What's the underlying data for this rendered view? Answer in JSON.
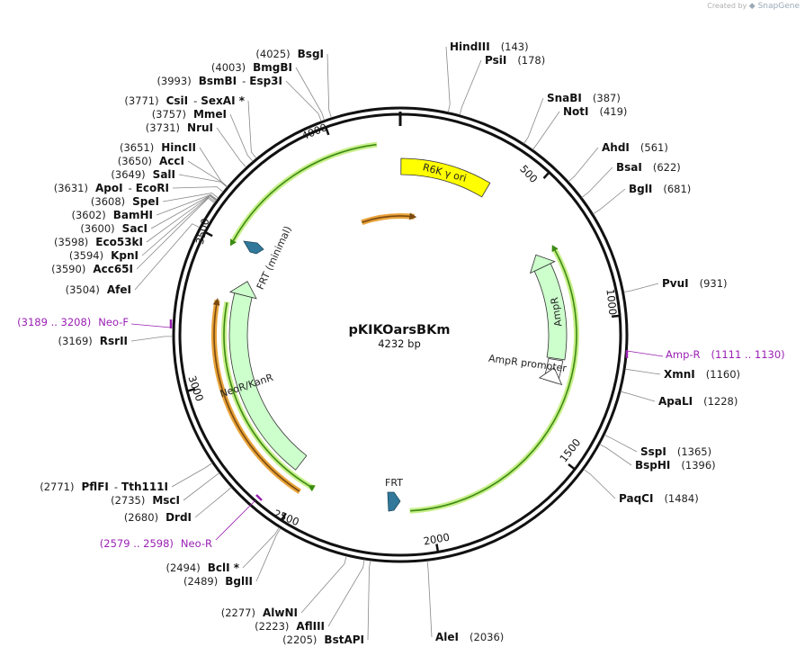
{
  "credit": {
    "prefix": "Created by",
    "brand": "SnapGene"
  },
  "plasmid": {
    "name": "pKIKOarsBKm",
    "size_label": "4232 bp",
    "length": 4232
  },
  "ticks": [
    "500",
    "1000",
    "1500",
    "2000",
    "2500",
    "3000",
    "3500",
    "4000"
  ],
  "enzymes": [
    {
      "name": "HindIII",
      "pos": "(143)"
    },
    {
      "name": "PsiI",
      "pos": "(178)"
    },
    {
      "name": "SnaBI",
      "pos": "(387)"
    },
    {
      "name": "NotI",
      "pos": "(419)"
    },
    {
      "name": "AhdI",
      "pos": "(561)"
    },
    {
      "name": "BsaI",
      "pos": "(622)"
    },
    {
      "name": "BglI",
      "pos": "(681)"
    },
    {
      "name": "PvuI",
      "pos": "(931)"
    },
    {
      "name": "XmnI",
      "pos": "(1160)"
    },
    {
      "name": "ApaLI",
      "pos": "(1228)"
    },
    {
      "name": "SspI",
      "pos": "(1365)"
    },
    {
      "name": "BspHI",
      "pos": "(1396)"
    },
    {
      "name": "PaqCI",
      "pos": "(1484)"
    },
    {
      "name": "AleI",
      "pos": "(2036)"
    },
    {
      "name": "BstAPI",
      "pos": "(2205)"
    },
    {
      "name": "AflIII",
      "pos": "(2223)"
    },
    {
      "name": "AlwNI",
      "pos": "(2277)"
    },
    {
      "name": "BglII",
      "pos": "(2489)"
    },
    {
      "name": "BclI *",
      "pos": "(2494)"
    },
    {
      "name": "DrdI",
      "pos": "(2680)"
    },
    {
      "name": "MscI",
      "pos": "(2735)"
    },
    {
      "name": "PflFI",
      "name2": "Tth111I",
      "pos": "(2771)"
    },
    {
      "name": "RsrII",
      "pos": "(3169)"
    },
    {
      "name": "AfeI",
      "pos": "(3504)"
    },
    {
      "name": "Acc65I",
      "pos": "(3590)"
    },
    {
      "name": "KpnI",
      "pos": "(3594)"
    },
    {
      "name": "Eco53kI",
      "pos": "(3598)"
    },
    {
      "name": "SacI",
      "pos": "(3600)"
    },
    {
      "name": "BamHI",
      "pos": "(3602)"
    },
    {
      "name": "SpeI",
      "pos": "(3608)"
    },
    {
      "name": "ApoI",
      "name2": "EcoRI",
      "pos": "(3631)"
    },
    {
      "name": "SalI",
      "pos": "(3649)"
    },
    {
      "name": "AccI",
      "pos": "(3650)"
    },
    {
      "name": "HincII",
      "pos": "(3651)"
    },
    {
      "name": "NruI",
      "pos": "(3731)"
    },
    {
      "name": "MmeI",
      "pos": "(3757)"
    },
    {
      "name": "CsiI",
      "name2": "SexAI *",
      "pos": "(3771)"
    },
    {
      "name": "BsmBI",
      "name2": "Esp3I",
      "pos": "(3993)"
    },
    {
      "name": "BmgBI",
      "pos": "(4003)"
    },
    {
      "name": "BsgI",
      "pos": "(4025)"
    }
  ],
  "primers": [
    {
      "name": "Amp-R",
      "pos": "(1111 .. 1130)"
    },
    {
      "name": "Neo-R",
      "pos": "(2579 .. 2598)"
    },
    {
      "name": "Neo-F",
      "pos": "(3189 .. 3208)"
    }
  ],
  "features": [
    {
      "name": "R6K γ ori",
      "color": "#ffff00"
    },
    {
      "name": "AmpR",
      "color": "#ccffcc"
    },
    {
      "name": "AmpR promoter",
      "color": "#ffffff"
    },
    {
      "name": "NeoR/KanR",
      "color": "#ccffcc"
    },
    {
      "name": "FRT (minimal)",
      "color": "#31789a"
    },
    {
      "name": "FRT",
      "color": "#31789a"
    }
  ],
  "colors": {
    "primer": "#9a1fb3",
    "orf": "#3a8a12",
    "orange": "#e8a33a"
  }
}
